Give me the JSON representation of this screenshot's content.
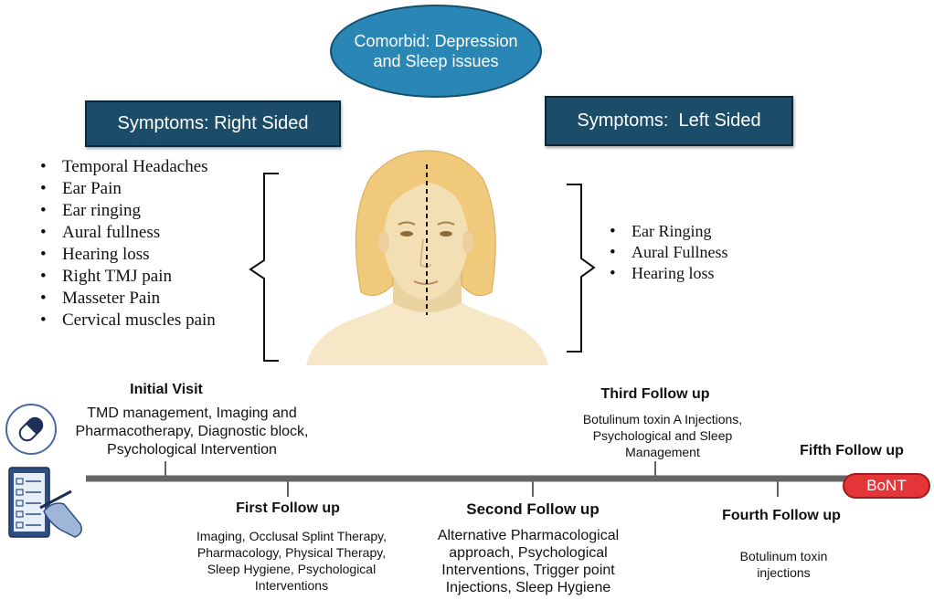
{
  "comorbid": {
    "text": "Comorbid: Depression and Sleep issues"
  },
  "symptoms_right": {
    "header": "Symptoms: Right Sided",
    "items": [
      "Temporal Headaches",
      "Ear Pain",
      "Ear ringing",
      "Aural fullness",
      "Hearing loss",
      "Right TMJ pain",
      "Masseter Pain",
      "Cervical muscles pain"
    ]
  },
  "symptoms_left": {
    "header": "Symptoms:  Left Sided",
    "items": [
      "Ear Ringing",
      "Aural Fullness",
      "Hearing loss"
    ]
  },
  "timeline": {
    "initial": {
      "title": "Initial Visit",
      "desc": "TMD management, Imaging and Pharmacotherapy, Diagnostic block, Psychological Intervention"
    },
    "first": {
      "title": "First Follow up",
      "desc": "Imaging, Occlusal Splint Therapy, Pharmacology, Physical Therapy, Sleep Hygiene, Psychological Interventions"
    },
    "second": {
      "title": "Second Follow up",
      "desc": "Alternative Pharmacological approach, Psychological Interventions, Trigger point Injections,  Sleep Hygiene"
    },
    "third": {
      "title": "Third Follow up",
      "desc": "Botulinum toxin A Injections, Psychological and Sleep Management"
    },
    "fourth": {
      "title": "Fourth Follow up",
      "desc": "Botulinum toxin injections"
    },
    "fifth": {
      "title": "Fifth Follow up"
    },
    "end_label": "BoNT"
  },
  "icons": {
    "capsule": "capsule-icon",
    "checklist": "clipboard-checklist-icon",
    "face": "face-illustration"
  },
  "colors": {
    "header_box": "#1c4d68",
    "comorbid": "#2a86b4",
    "timeline": "#666666",
    "bont": "#e43638",
    "skin": "#f3dfb4",
    "hair": "#f1c97a"
  }
}
